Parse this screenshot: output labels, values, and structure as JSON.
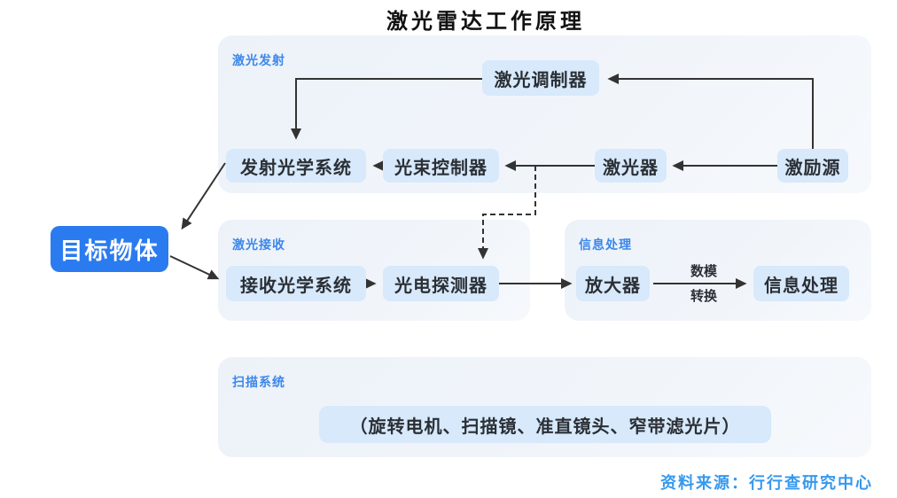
{
  "title": "激光雷达工作原理",
  "sections": {
    "emission": {
      "label": "激光发射"
    },
    "reception": {
      "label": "激光接收"
    },
    "processing": {
      "label": "信息处理"
    },
    "scanning": {
      "label": "扫描系统"
    }
  },
  "nodes": {
    "laser_modulator": "激光调制器",
    "emission_optics": "发射光学系统",
    "beam_controller": "光束控制器",
    "laser": "激光器",
    "excitation_source": "激励源",
    "reception_optics": "接收光学系统",
    "photodetector": "光电探测器",
    "amplifier": "放大器",
    "info_processing": "信息处理",
    "target": "目标物体",
    "scan_components": "（旋转电机、扫描镜、准直镜头、窄带滤光片）"
  },
  "edge_labels": {
    "da_top": "数模",
    "da_bottom": "转换"
  },
  "footer": {
    "source": "资料来源：行行查研究中心"
  },
  "colors": {
    "target_blue": "#2b7bf0",
    "section_label_blue": "#3b87ea",
    "node_bg": "#d7e9fa",
    "container_bg": "#f0f4f9",
    "footer_blue": "#3598ee",
    "line": "#333333"
  }
}
